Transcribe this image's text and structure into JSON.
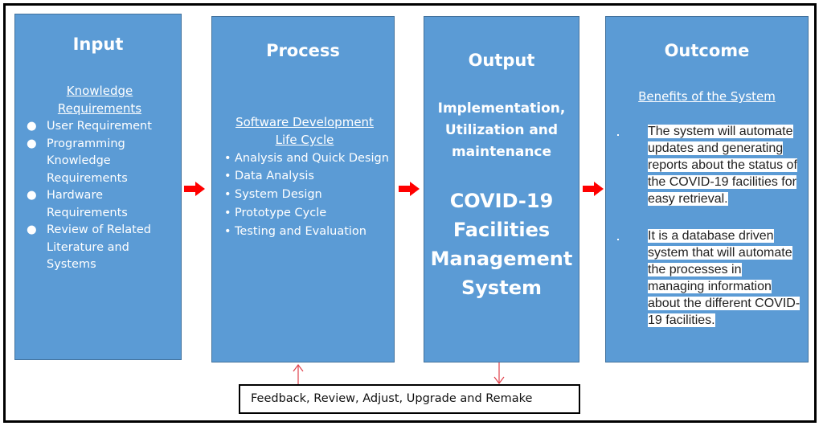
{
  "diagram": {
    "type": "IPO framework flow diagram",
    "columns": [
      {
        "title": "Input",
        "subheading": "Knowledge Requirements",
        "items": [
          "User Requirement",
          "Programming Knowledge Requirements",
          "Hardware Requirements",
          "Review of Related Literature and Systems"
        ]
      },
      {
        "title": "Process",
        "subheading": "Software Development Life Cycle",
        "items": [
          "Analysis and Quick Design",
          "Data Analysis",
          "System Design",
          "Prototype Cycle",
          "Testing and Evaluation"
        ]
      },
      {
        "title": "Output",
        "subheading": "Implementation, Utilization and maintenance",
        "system_name": "COVID-19 Facilities Management System"
      },
      {
        "title": "Outcome",
        "subheading": "Benefits of the System",
        "items": [
          "The system will automate updates and generating reports about the status of the COVID-19 facilities for easy retrieval.",
          "It is a database driven system that will automate the processes in managing information about the different COVID-19 facilities."
        ]
      }
    ],
    "feedback_loop": {
      "label": "Feedback, Review, Adjust, Upgrade and Remake",
      "from": "Output",
      "to": "Process"
    },
    "colors": {
      "box_fill": "#5b9bd5",
      "box_border": "#41719c",
      "arrow": "#ff0000",
      "feedback_arrow": "#e0414b",
      "frame": "#000000"
    }
  }
}
